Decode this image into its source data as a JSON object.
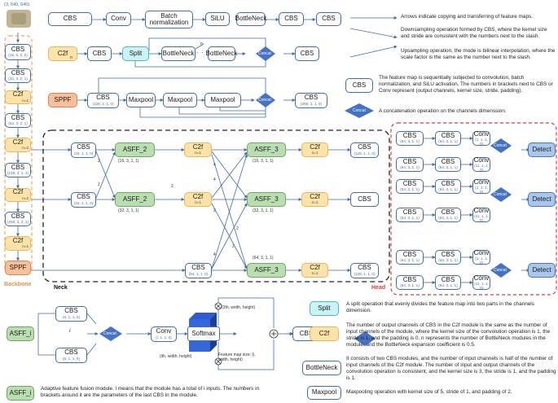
{
  "input_shape": "(3, 640, 640)",
  "labels": {
    "backbone": "Backbone",
    "neck": "Neck",
    "head": "Head"
  },
  "cbs": "CBS",
  "conv": "Conv",
  "bn": "Batch normalization",
  "silu": "SiLU",
  "bottleneck": "BottleNeck",
  "c2f": "C2f",
  "split": "Split",
  "concat": "Concat",
  "sppf": "SPPF",
  "maxpool": "Maxpool",
  "softmax": "Softmax",
  "detect": "Detect",
  "n_sub": "n",
  "dots": "n",
  "backbone_params": [
    "(16, 6, 2, 2)",
    "(32, 3, 2, 1)",
    "n=1",
    "(64, 3, 2, 1)",
    "n=2",
    "(128, 3, 2, 1)",
    "n=2",
    "(256, 3, 2, 1)",
    "n=1"
  ],
  "sppf_param": "(128, 1, 1, 0)",
  "sppf_out_param": "(256, 1, 1, 0)",
  "neck_params": {
    "cbs1": "(16, 1, 1, 0)",
    "cbs2": "(32, 1, 1, 0)",
    "cbs3": "(64, 1, 1, 0)",
    "asff2a": "(16, 3, 1, 1)",
    "asff2b": "(32, 3, 1, 1)",
    "asff3a": "(16, 3, 1, 1)",
    "asff3b": "(32, 3, 1, 1)",
    "asff3c": "(64, 3, 1, 1)",
    "n1": "n=1",
    "out1": "(128, 1, 1, 0)",
    "out3": "(128, 1, 1, 0)"
  },
  "edge_nums": [
    "2",
    "2",
    "2",
    "4",
    "4",
    "2",
    "4",
    "2",
    "2"
  ],
  "head_params": [
    "(64, 3, 1, 1)",
    "(64, 3, 1, 1)",
    "(1, 1, 1, 0)",
    "(64, 3, 1, 1)",
    "(64, 3, 1, 1)",
    "(11, 1, 1, 0)"
  ],
  "asff_i": "ASFF_i",
  "asff_detail": {
    "cbs_a": "(8, 1, 1, 0)",
    "cbs_b": "(8, 1, 1, 0)",
    "i": "i",
    "conv": "(i, 1, 1, 0)",
    "top": "(3th, width, height)",
    "side": "(ith, width, height)",
    "fm": "Feature map size: (i, width, height)"
  },
  "legend": {
    "copy": "Arrows indicate copying and transferring of feature maps.",
    "down": "Downsampling operation formed by CBS, where the kernel size and stride are consistent with the numbers next to the slash.",
    "up": "Upsampling operation, the mode is bilinear interpolation, where the scale factor is the same as the number next to the slash.",
    "cbs": "The feature map is sequentially subjected to convolution, batch normalization, and SiLU activation. The numbers in brackets next to CBS or Conv represent (output channels, kernel size, stride, padding).",
    "concat": "A concatenation operation on the channels dimenssion.",
    "split": "A split operation that evenly divides the feature map into two parts in the channels dimension.",
    "c2f": "The number of output channels of CBS in the C2f module is the same as the number of input channels of the module, where the kernel size of the convolution operation is 1, the stride is 1, and the padding is 0. n represents the number of BottleNeck modules in the module, and the BottleNeck expansion coefficient is 0.5.",
    "bottleneck": "It consists of two CBS modules, and the number of input channels is half of the number of input channels of the C2f module. The number of input and output channels of the convolution operation is consistent, and the kernel size is 3, the stride is 1, and the padding is 1.",
    "maxpool": "Maxpooling operation with kernel size of 5, stride of 1, and padding of 2.",
    "asff": "Adaptive feature fusion module. i means that the module has a total of i inputs. The numbers in brackets around it are the parameters of the last CBS in the module."
  },
  "colors": {
    "line": "#3f6ea8",
    "concat": "#4472c4",
    "backbone_border": "#f0a35e",
    "head_border": "#e0393e",
    "c2f": "#fde3a7",
    "asff": "#b9dfb0",
    "split": "#cbf2f5",
    "sppf": "#f7c09a",
    "detect": "#a9c6ec"
  }
}
